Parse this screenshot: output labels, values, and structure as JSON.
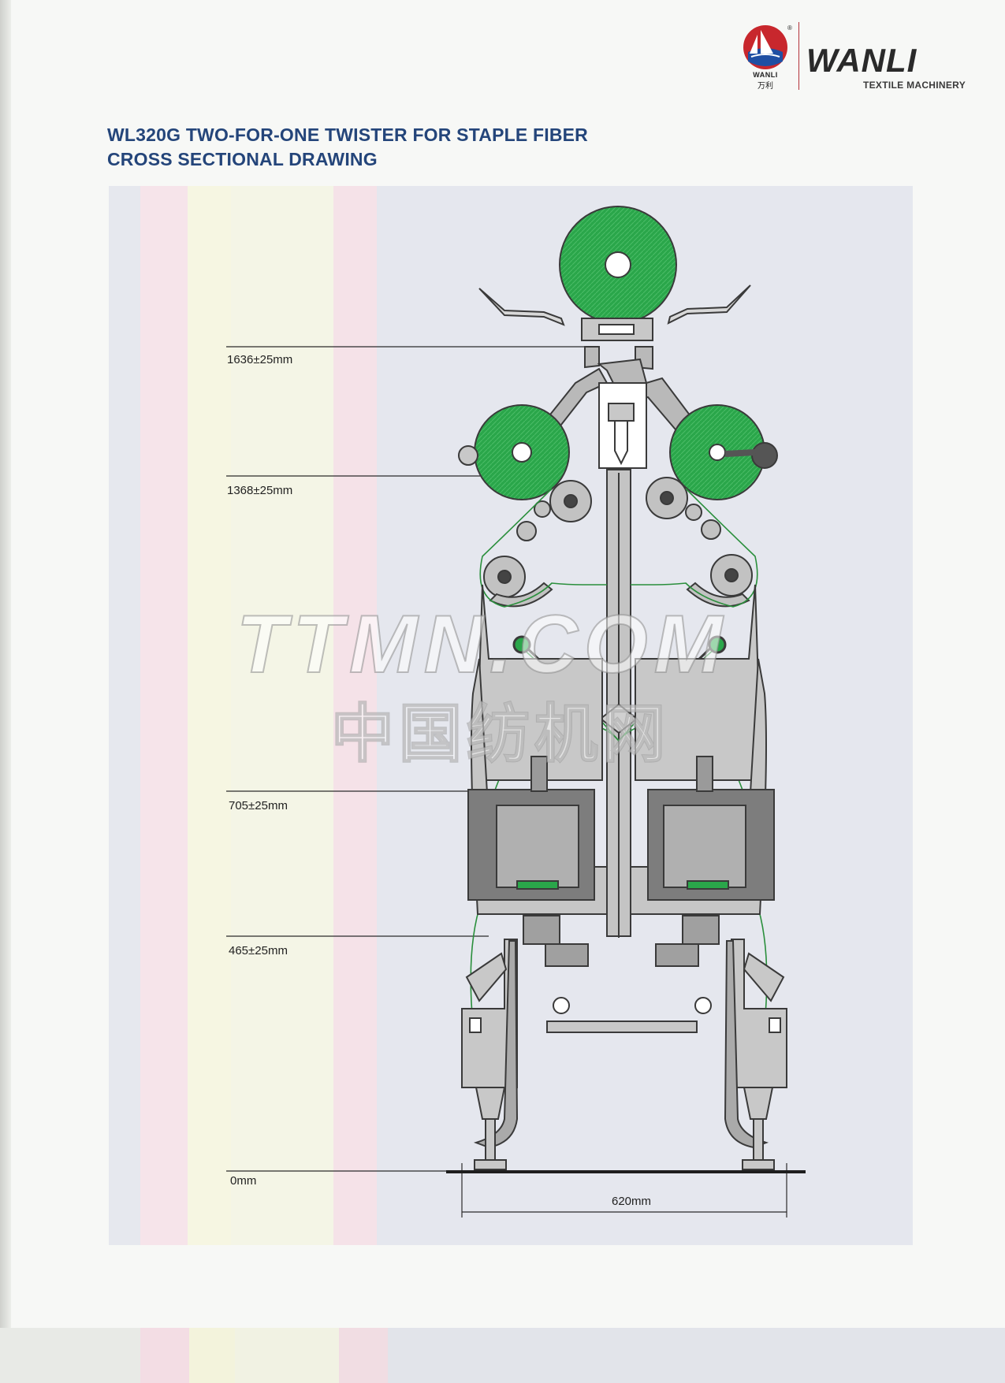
{
  "brand": {
    "mark_text": "WANLI",
    "mark_cn": "万利",
    "name": "WANLI",
    "subtitle": "TEXTILE MACHINERY",
    "colors": {
      "red": "#c8272d",
      "blue": "#1f4fa3",
      "title_blue": "#24457a"
    }
  },
  "title": {
    "line1": "WL320G TWO-FOR-ONE TWISTER FOR STAPLE FIBER",
    "line2": "CROSS SECTIONAL DRAWING"
  },
  "dimensions": {
    "h1636": "1636±25mm",
    "h1368": "1368±25mm",
    "h705": "705±25mm",
    "h465": "465±25mm",
    "h0": "0mm",
    "width620": "620mm"
  },
  "watermark": {
    "latin": "TTMN.COM",
    "chinese": "中国纺机网"
  },
  "colors": {
    "machine_green": "#2aa64a",
    "machine_grey": "#a9a9a9",
    "line": "#2b2b2b"
  }
}
